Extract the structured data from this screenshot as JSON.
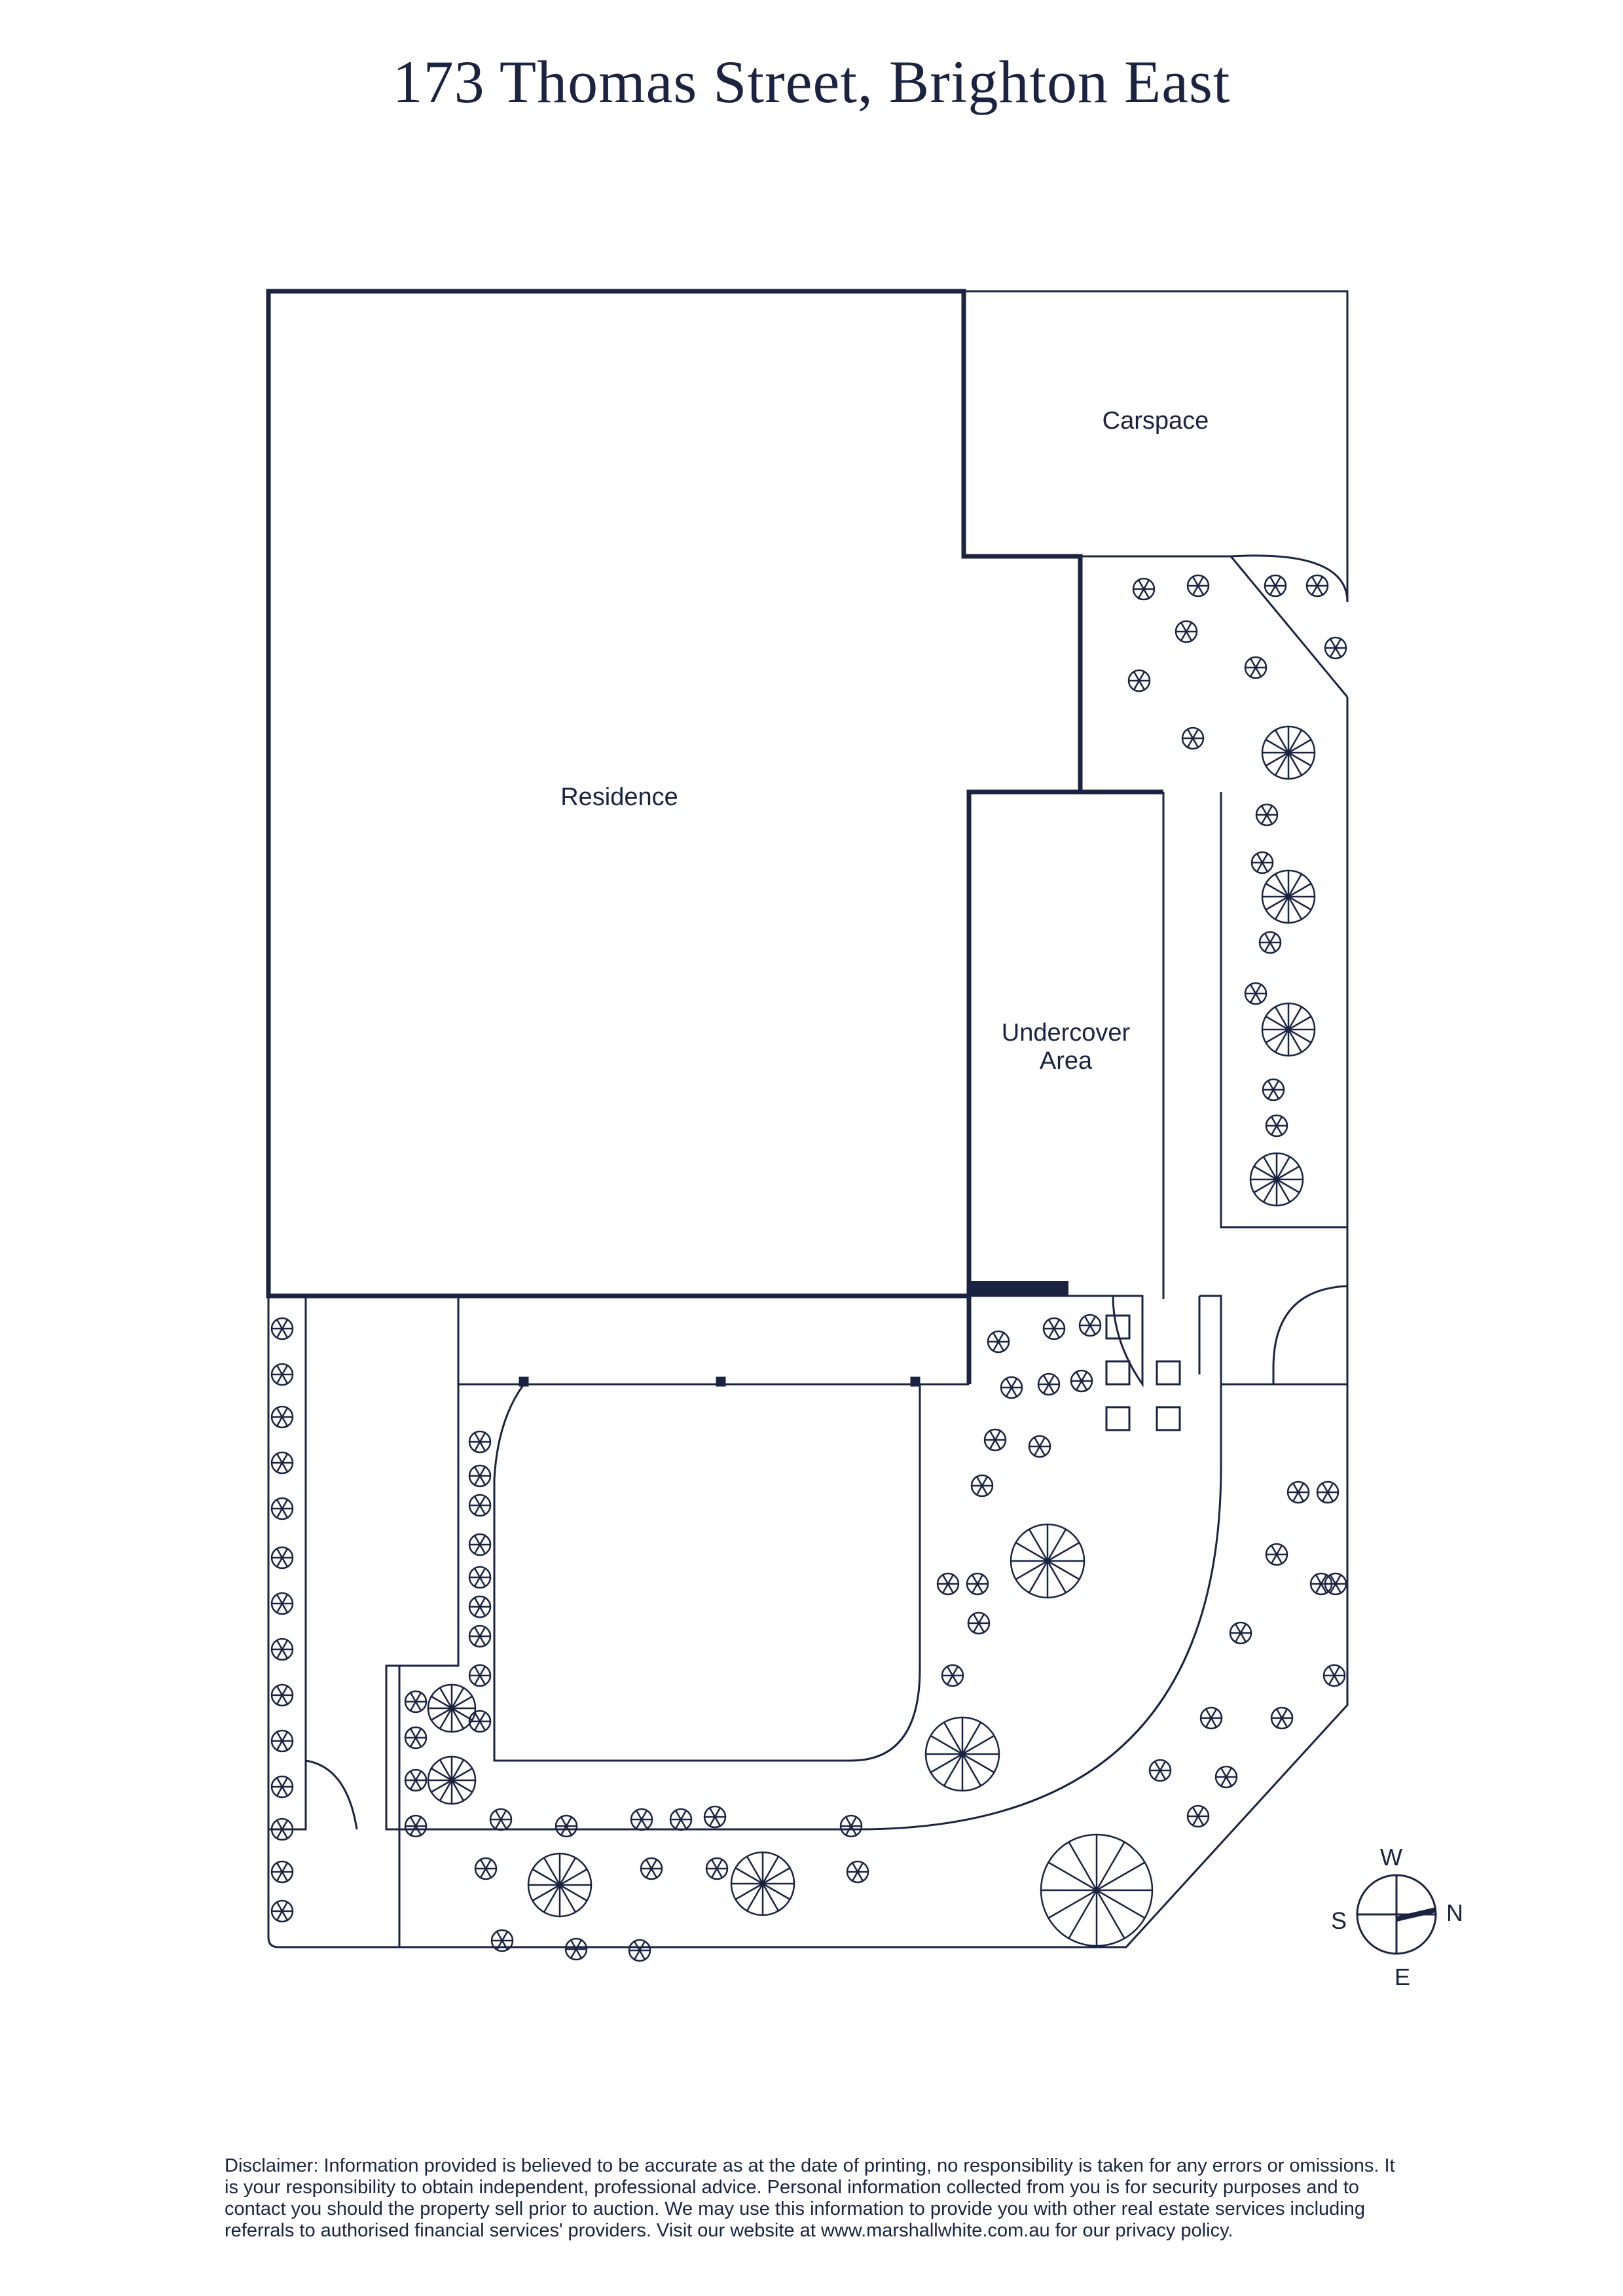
{
  "title": "173 Thomas Street, Brighton East",
  "areas": {
    "carspace": "Carspace",
    "residence": "Residence",
    "undercover_line1": "Undercover",
    "undercover_line2": "Area"
  },
  "compass": {
    "w": "W",
    "s": "S",
    "n": "N",
    "e": "E"
  },
  "disclaimer": "Disclaimer: Information provided is believed to be accurate as at the date of printing, no responsibility is taken for any errors or omissions. It is your responsibility to obtain independent, professional advice. Personal information collected from you is for security purposes and to contact you should the property sell prior to auction. We may use this information to provide you with other real estate services including referrals to authorised financial services' providers. Visit our website at www.marshallwhite.com.au for our privacy policy.",
  "colors": {
    "line": "#1b2340",
    "background": "#ffffff"
  }
}
